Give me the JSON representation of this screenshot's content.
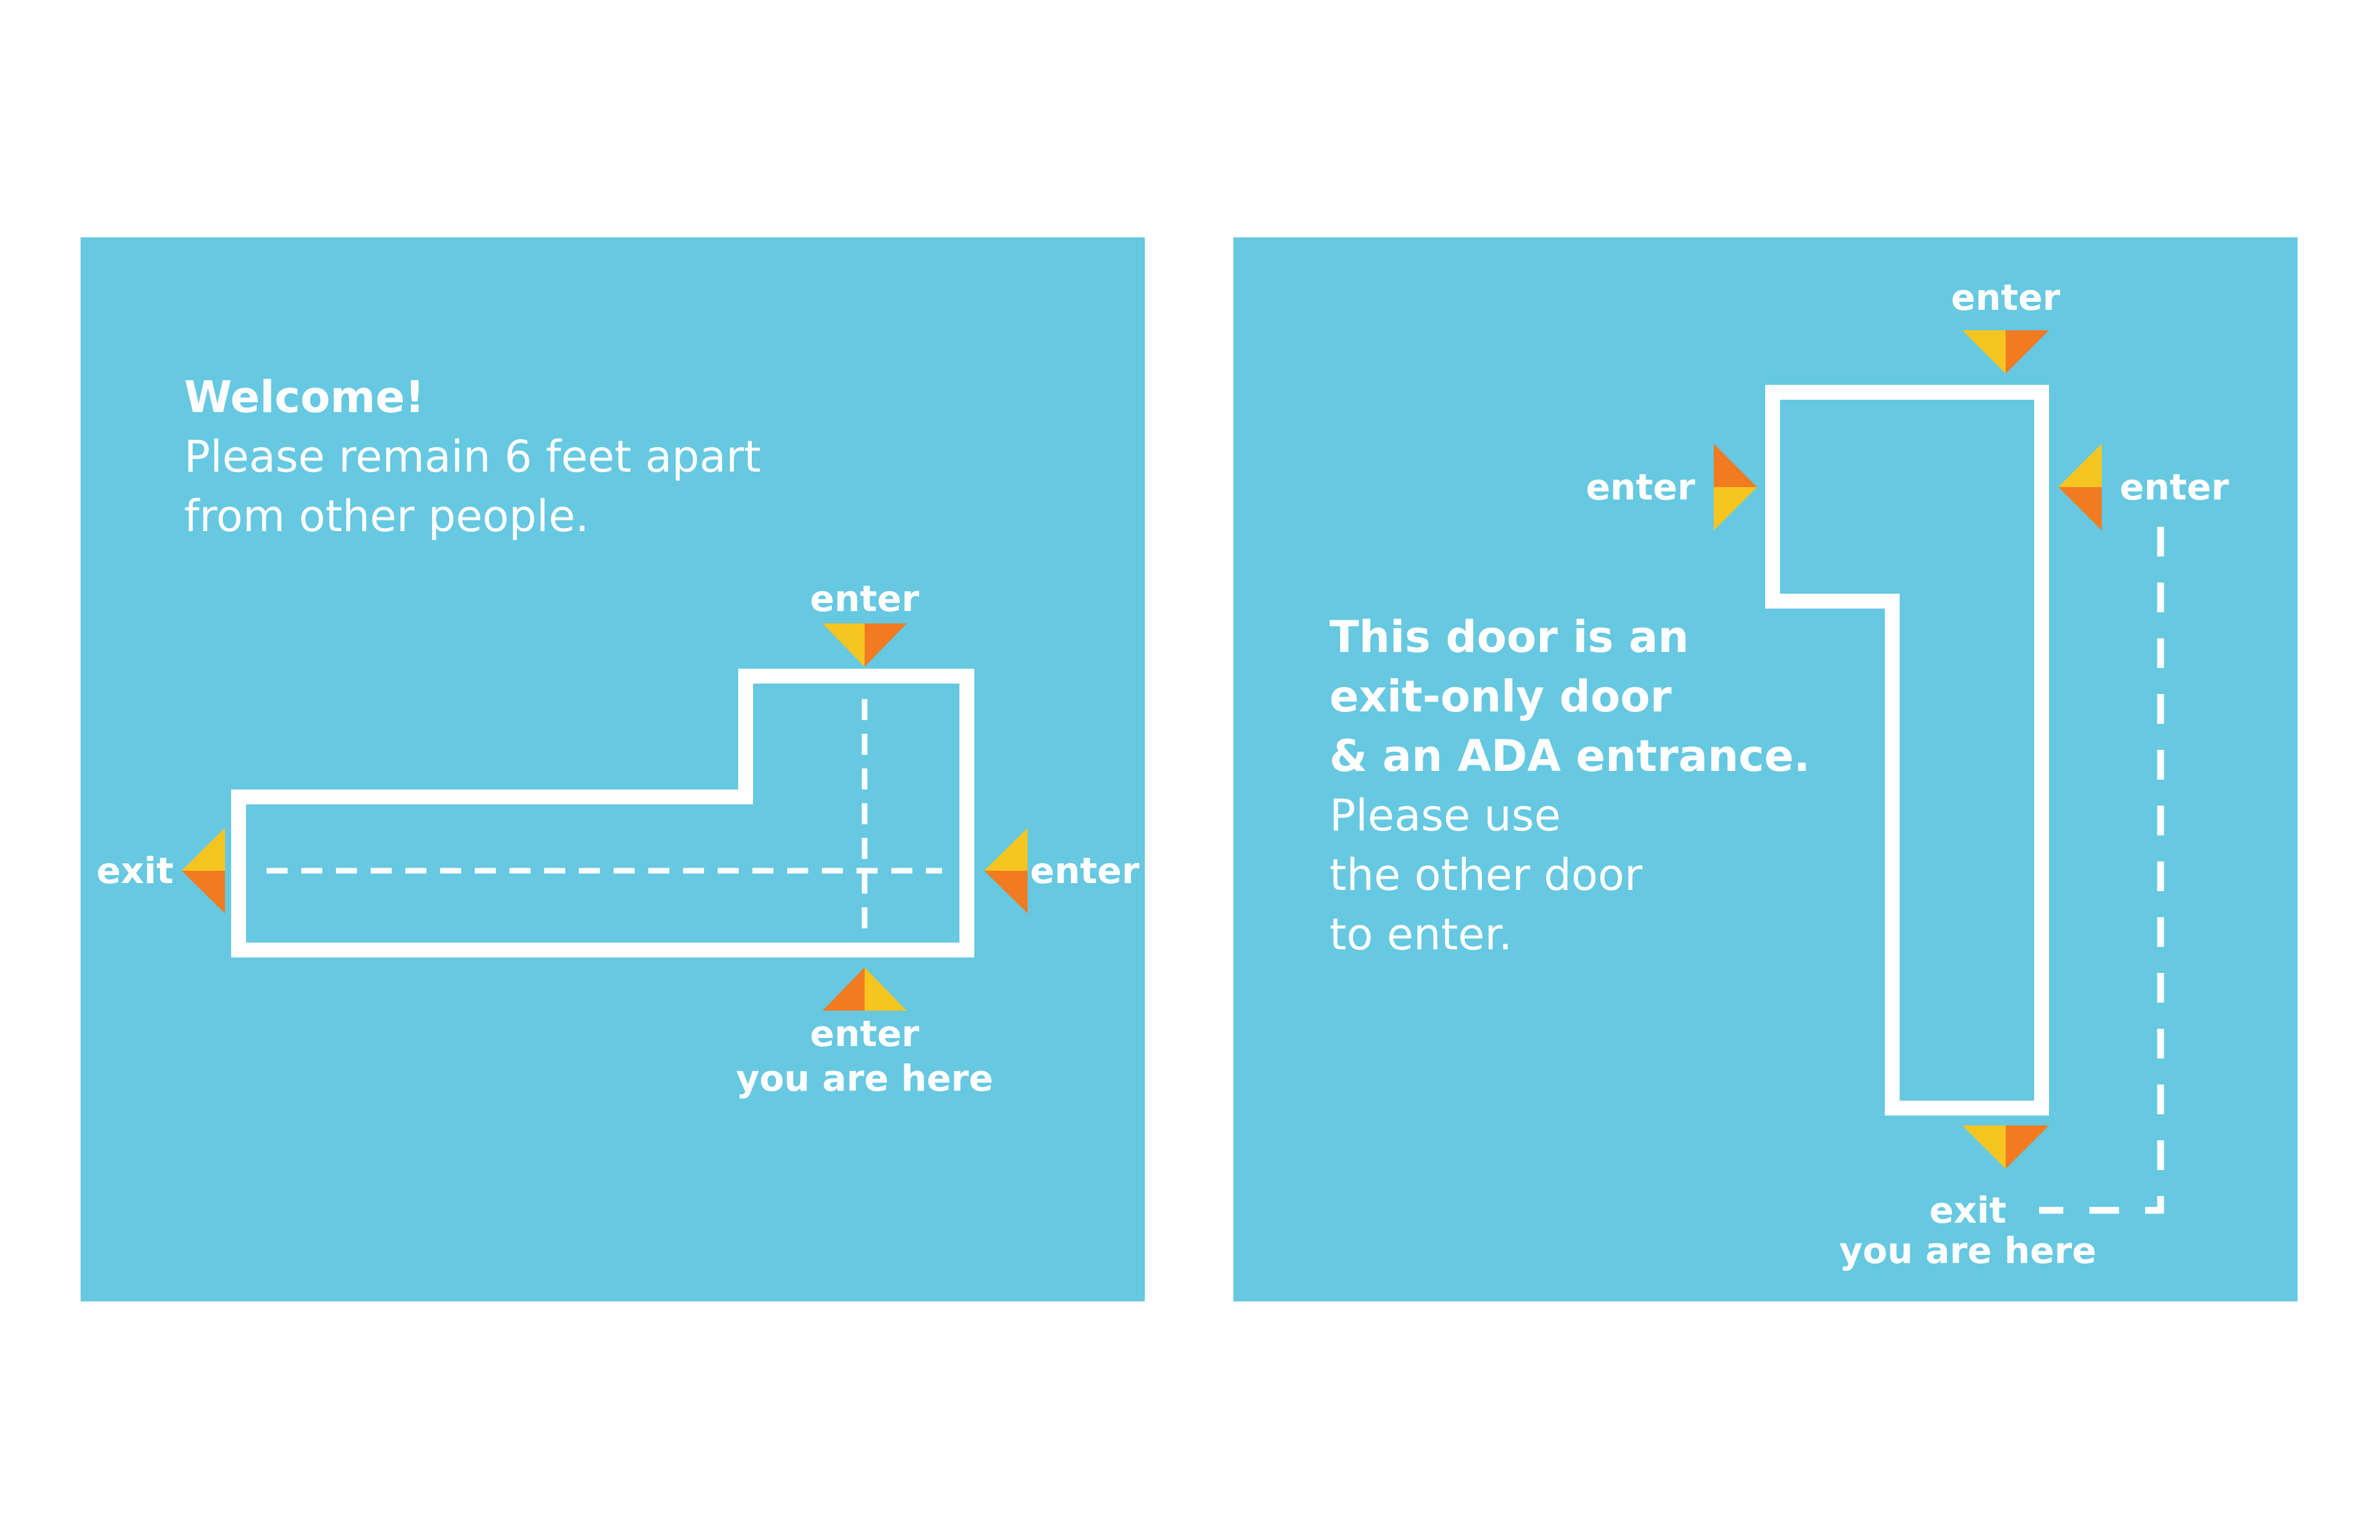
{
  "colors": {
    "panel": "#66c8e1",
    "path": "#ffffff",
    "arrow_yellow": "#f7c520",
    "arrow_orange": "#f27b22"
  },
  "left_sign": {
    "heading": "Welcome!",
    "body_lines": [
      "Please remain 6 feet apart",
      "from other people."
    ],
    "label_top": "enter",
    "label_left": "exit",
    "label_right": "enter",
    "label_bottom": "enter",
    "you_are_here": "you are here"
  },
  "right_sign": {
    "heading_lines": [
      "This door is an",
      "exit-only door",
      "& an ADA entrance."
    ],
    "body_lines": [
      "Please use",
      "the other door",
      "to enter."
    ],
    "label_top": "enter",
    "label_left": "enter",
    "label_right": "enter",
    "label_bottom": "exit",
    "you_are_here": "you are here"
  }
}
